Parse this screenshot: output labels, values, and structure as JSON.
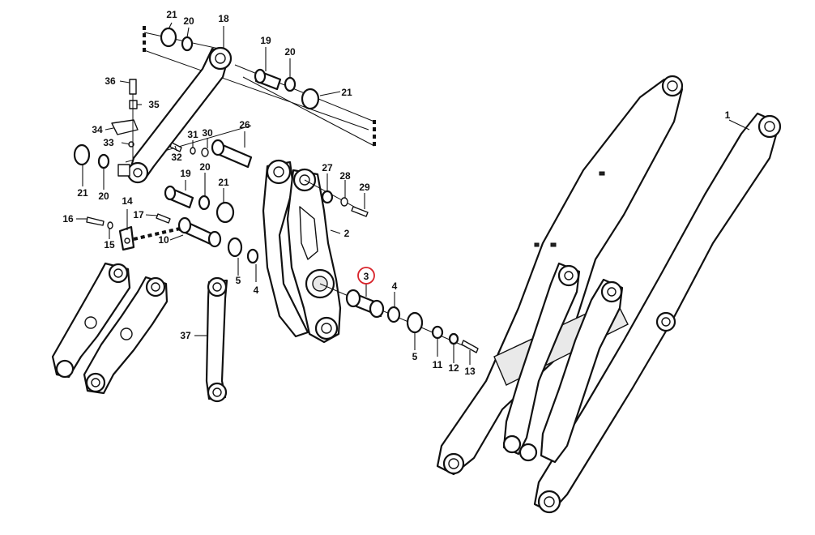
{
  "colors": {
    "ink": "#111111",
    "background": "#ffffff",
    "highlight": "#d8232a"
  },
  "highlighted_callout": "3",
  "callouts": {
    "c1": "1",
    "c2": "2",
    "c3": "3",
    "c4a": "4",
    "c4b": "4",
    "c5a": "5",
    "c5b": "5",
    "c10": "10",
    "c11": "11",
    "c12": "12",
    "c13": "13",
    "c14": "14",
    "c15": "15",
    "c16": "16",
    "c17": "17",
    "c18": "18",
    "c19a": "19",
    "c19b": "19",
    "c20a": "20",
    "c20b": "20",
    "c20c": "20",
    "c20d": "20",
    "c21a": "21",
    "c21b": "21",
    "c21c": "21",
    "c21d": "21",
    "c26": "26",
    "c27": "27",
    "c28": "28",
    "c29": "29",
    "c30": "30",
    "c31": "31",
    "c32": "32",
    "c33": "33",
    "c34": "34",
    "c35": "35",
    "c36": "36",
    "c37": "37"
  }
}
